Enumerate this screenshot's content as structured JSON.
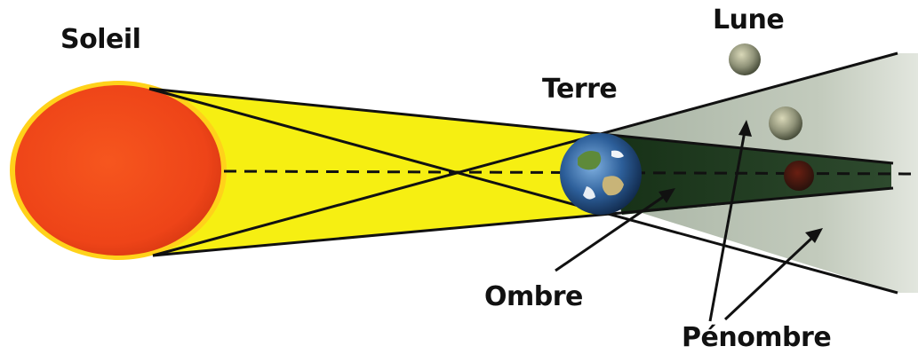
{
  "labels": {
    "soleil": "Soleil",
    "terre": "Terre",
    "lune": "Lune",
    "ombre": "Ombre",
    "penombre": "Pénombre"
  },
  "colors": {
    "sun": "#f0461e",
    "sun_halo": "#ffd21a",
    "light_cone": "#f6ef12",
    "penumbra": "#b9c2b2",
    "umbra": "#223a22",
    "lines": "#111111"
  }
}
